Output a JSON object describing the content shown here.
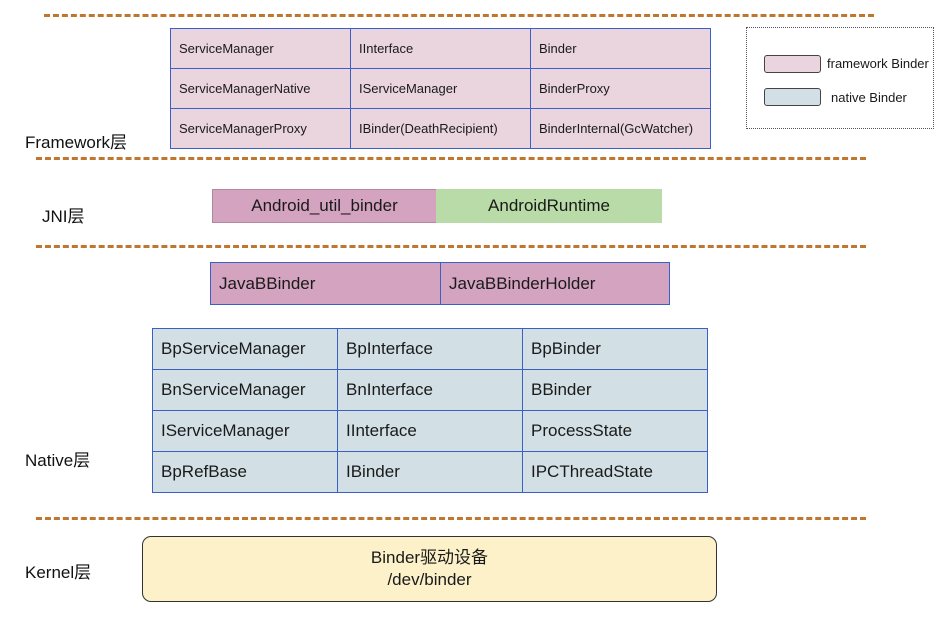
{
  "layers": {
    "framework": "Framework层",
    "jni": "JNI层",
    "native": "Native层",
    "kernel": "Kernel层"
  },
  "framework_table": [
    [
      "ServiceManager",
      "IInterface",
      "Binder"
    ],
    [
      "ServiceManagerNative",
      "IServiceManager",
      "BinderProxy"
    ],
    [
      "ServiceManagerProxy",
      "IBinder(DeathRecipient)",
      "BinderInternal(GcWatcher)"
    ]
  ],
  "jni": {
    "left": "Android_util_binder",
    "right": "AndroidRuntime"
  },
  "javab": {
    "left": "JavaBBinder",
    "right": "JavaBBinderHolder"
  },
  "native_table": [
    [
      "BpServiceManager",
      "BpInterface",
      "BpBinder"
    ],
    [
      "BnServiceManager",
      "BnInterface",
      "BBinder"
    ],
    [
      "IServiceManager",
      "IInterface",
      "ProcessState"
    ],
    [
      "BpRefBase",
      "IBinder",
      "IPCThreadState"
    ]
  ],
  "kernel": {
    "line1": "Binder驱动设备",
    "line2": "/dev/binder"
  },
  "legend": {
    "framework": "framework Binder",
    "native": "native Binder"
  },
  "colors": {
    "framework_fill": "#ead5de",
    "native_fill": "#d2e0e6",
    "jni_pink": "#d4a3bf",
    "jni_green": "#b8dba7",
    "kernel_fill": "#fdf1c9",
    "dash": "#c0762f",
    "cell_border": "#3b5fc9"
  }
}
